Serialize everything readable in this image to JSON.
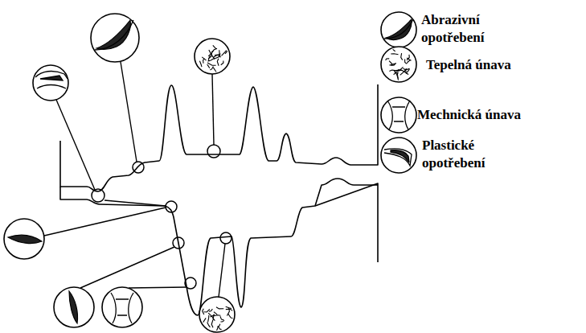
{
  "diagram": {
    "legend": [
      {
        "text": "Abrazivní opotřebení"
      },
      {
        "text": "Tepelná únava"
      },
      {
        "text": "Mechnická únava"
      },
      {
        "text": "Plastické opotřebení"
      }
    ]
  }
}
